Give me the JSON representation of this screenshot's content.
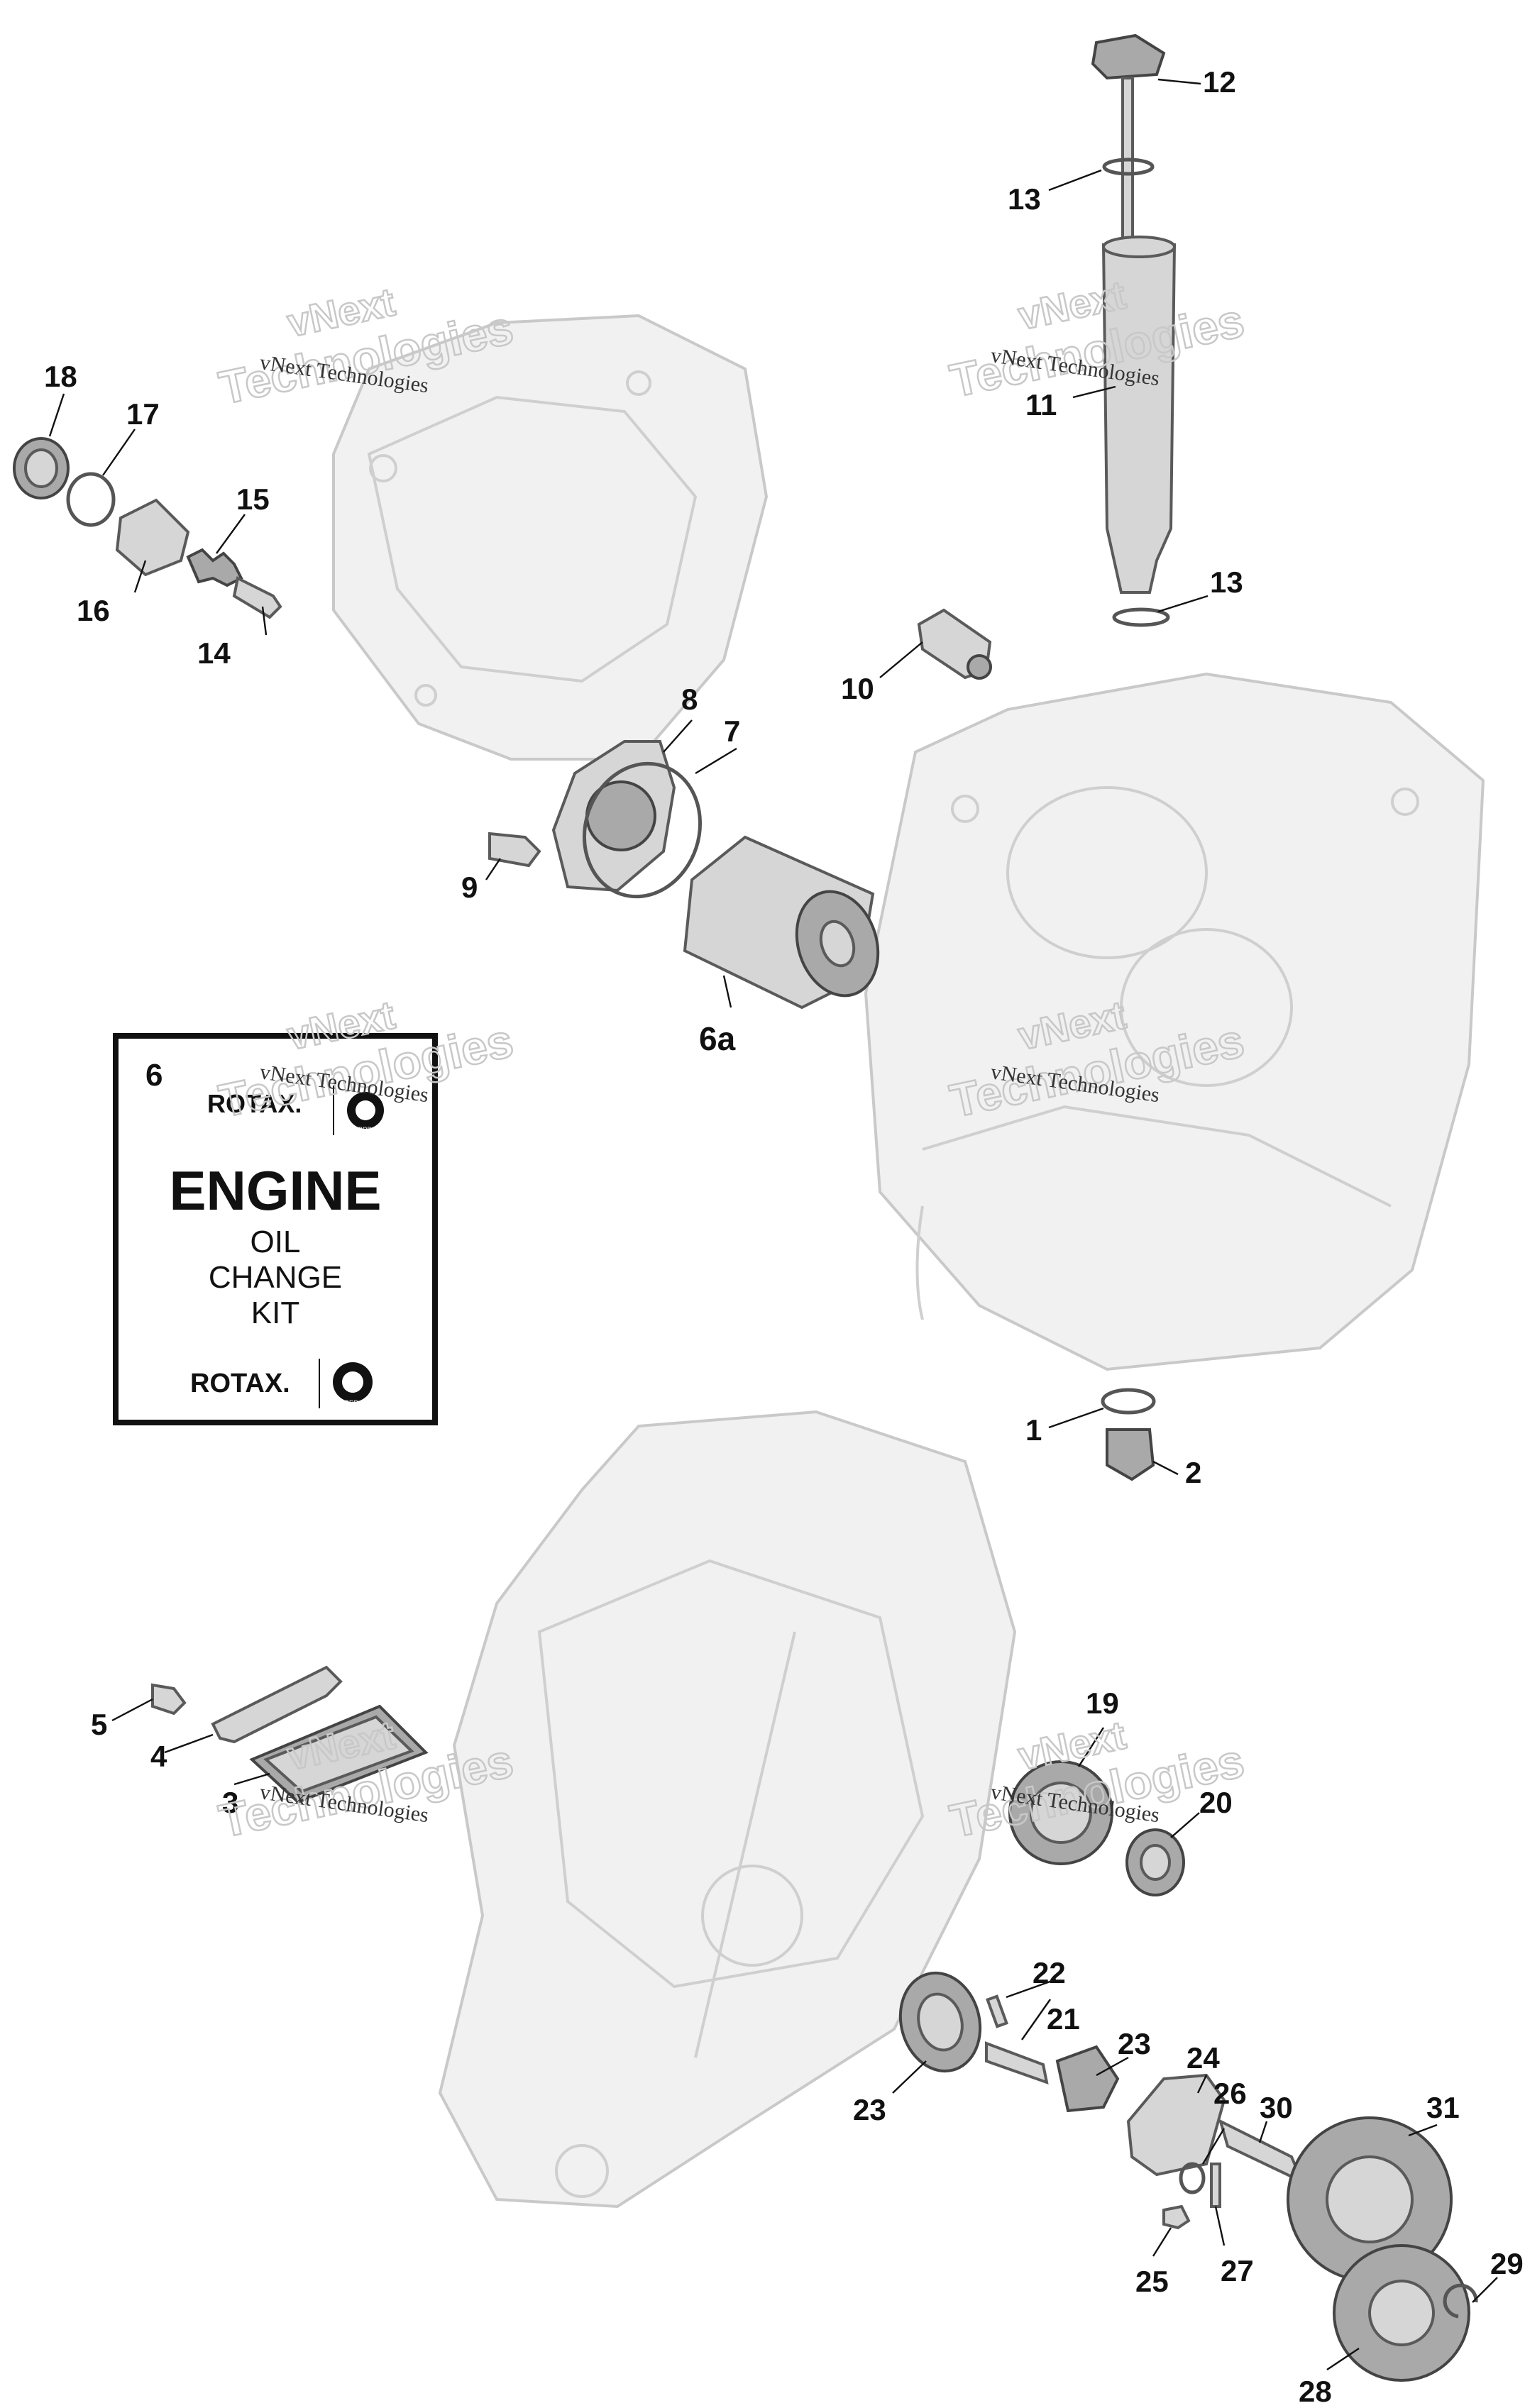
{
  "callouts": [
    {
      "id": "1",
      "label": "1"
    },
    {
      "id": "2",
      "label": "2"
    },
    {
      "id": "3",
      "label": "3"
    },
    {
      "id": "4",
      "label": "4"
    },
    {
      "id": "5",
      "label": "5"
    },
    {
      "id": "6",
      "label": "6"
    },
    {
      "id": "6a",
      "label": "6a"
    },
    {
      "id": "7",
      "label": "7"
    },
    {
      "id": "8",
      "label": "8"
    },
    {
      "id": "9",
      "label": "9"
    },
    {
      "id": "10",
      "label": "10"
    },
    {
      "id": "11",
      "label": "11"
    },
    {
      "id": "12",
      "label": "12"
    },
    {
      "id": "13a",
      "label": "13"
    },
    {
      "id": "13b",
      "label": "13"
    },
    {
      "id": "14",
      "label": "14"
    },
    {
      "id": "15",
      "label": "15"
    },
    {
      "id": "16",
      "label": "16"
    },
    {
      "id": "17",
      "label": "17"
    },
    {
      "id": "18",
      "label": "18"
    },
    {
      "id": "19",
      "label": "19"
    },
    {
      "id": "20",
      "label": "20"
    },
    {
      "id": "21",
      "label": "21"
    },
    {
      "id": "22",
      "label": "22"
    },
    {
      "id": "23a",
      "label": "23"
    },
    {
      "id": "23b",
      "label": "23"
    },
    {
      "id": "24",
      "label": "24"
    },
    {
      "id": "25",
      "label": "25"
    },
    {
      "id": "26",
      "label": "26"
    },
    {
      "id": "27",
      "label": "27"
    },
    {
      "id": "28",
      "label": "28"
    },
    {
      "id": "29",
      "label": "29"
    },
    {
      "id": "30",
      "label": "30"
    },
    {
      "id": "31",
      "label": "31"
    }
  ],
  "kit_box": {
    "brand": "ROTAX.",
    "brand_badge": "BRP",
    "title": "ENGINE",
    "line1": "OIL",
    "line2": "CHANGE",
    "line3": "KIT"
  },
  "watermark": {
    "small": "vNext Technologies",
    "large_top": "vNext",
    "large_bottom": "Technologies"
  },
  "colors": {
    "ghost_fill": "#f1f1f1",
    "ghost_stroke": "#c9c9c9",
    "part_fill": "#d6d6d6",
    "ink": "#111111"
  }
}
